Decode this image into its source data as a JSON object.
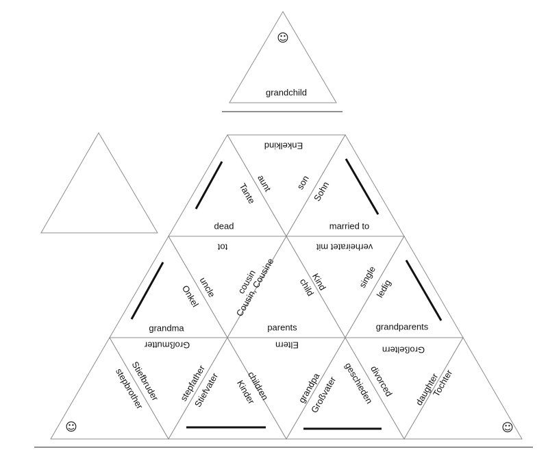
{
  "smiley_icon": "smiley-face-icon",
  "labels": {
    "grandchild": "grandchild",
    "enkelkind": "Enkelkind",
    "aunt": "aunt",
    "tante": "Tante",
    "son": "son",
    "sohn": "Sohn",
    "dead": "dead",
    "married_to": "married to",
    "tot": "tot",
    "verheiratet_mit": "verheiratet mit",
    "uncle": "uncle",
    "onkel": "Onkel",
    "cousin": "cousin",
    "cousin_de": "Cousin, Cousine",
    "kind": "Kind",
    "child": "child",
    "single": "single",
    "ledig": "ledig",
    "grandma": "grandma",
    "parents": "parents",
    "grandparents": "grandparents",
    "grossmutter": "Großmutter",
    "eltern": "Eltern",
    "grosseltern": "Großeltern",
    "stiefbruder": "Stiefbruder",
    "stepbrother": "stepbrother",
    "stepfather": "stepfather",
    "stiefvater": "Stiefvater",
    "children": "children",
    "kinder": "Kinder",
    "grandpa": "grandpa",
    "grossvater": "Großvater",
    "geschieden": "geschieden",
    "divorced": "divorced",
    "daughter": "daughter",
    "tochter": "Tochter"
  }
}
